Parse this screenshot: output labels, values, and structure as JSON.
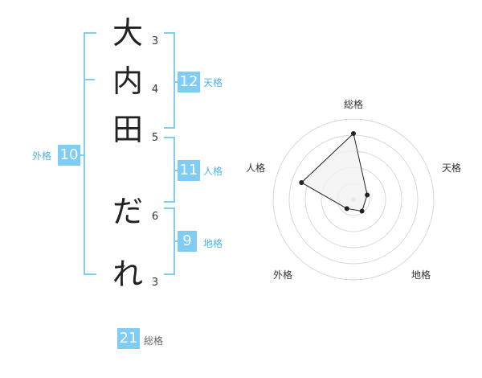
{
  "name": {
    "chars": [
      {
        "char": "大",
        "strokes": "3"
      },
      {
        "char": "内",
        "strokes": "4"
      },
      {
        "char": "田",
        "strokes": "5"
      },
      {
        "char": "だ",
        "strokes": "6"
      },
      {
        "char": "れ",
        "strokes": "3"
      }
    ]
  },
  "fortune": {
    "tenkaku": {
      "value": "12",
      "label": "天格"
    },
    "jinkaku": {
      "value": "11",
      "label": "人格"
    },
    "chikaku": {
      "value": "9",
      "label": "地格"
    },
    "gaikaku": {
      "value": "10",
      "label": "外格"
    },
    "soukaku": {
      "value": "21",
      "label": "総格"
    }
  },
  "radar": {
    "axes": [
      "総格",
      "天格",
      "地格",
      "外格",
      "人格"
    ],
    "levels": 5,
    "values": [
      4.1,
      0.9,
      0.9,
      0.7,
      3.4
    ],
    "max": 5
  },
  "colors": {
    "accent": "#7fccf5",
    "accent_text": "#4fb3ea",
    "radar_fill": "#f2f2f2",
    "radar_line": "#222222",
    "grid": "#d9d9d9"
  }
}
